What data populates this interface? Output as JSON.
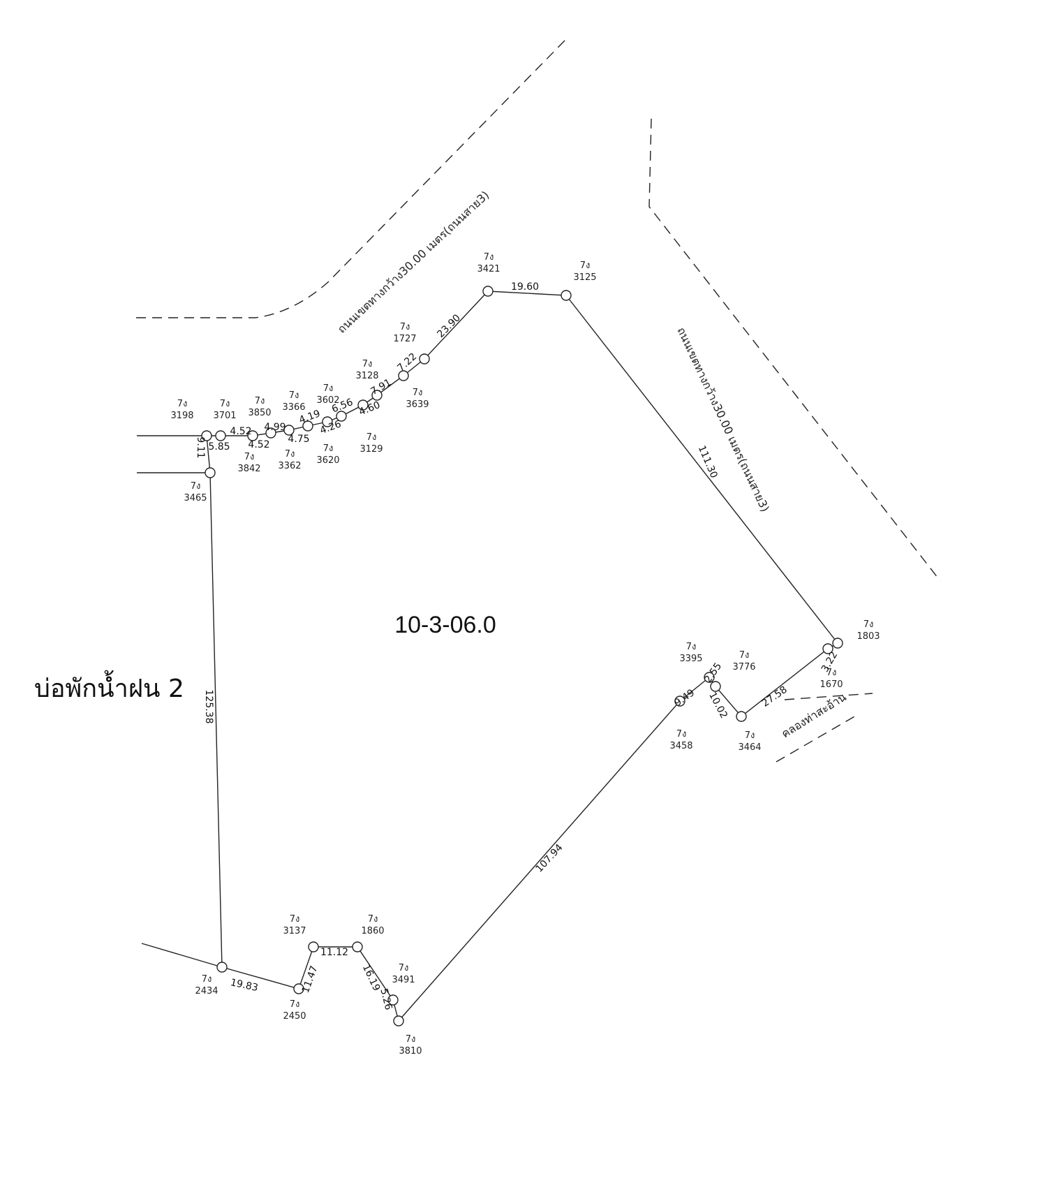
{
  "area_label": "10-3-06.0",
  "pond_label": "บ่อพักน้ำฝน 2",
  "roads": {
    "north": "ถนนเขตทางกว้าง30.00 เมตร(ถนนสาย3)",
    "east": "ถนนเขตทางกว้าง30.00 เมตร(ถนนสาย3)",
    "canal": "คลองท่าสะอ้าน"
  },
  "markers": [
    {
      "id": "3198",
      "prefix": "7ง",
      "number": "3198"
    },
    {
      "id": "3701",
      "prefix": "7ง",
      "number": "3701"
    },
    {
      "id": "3842",
      "prefix": "7ง",
      "number": "3842"
    },
    {
      "id": "3850",
      "prefix": "7ง",
      "number": "3850"
    },
    {
      "id": "3362",
      "prefix": "7ง",
      "number": "3362"
    },
    {
      "id": "3366",
      "prefix": "7ง",
      "number": "3366"
    },
    {
      "id": "3620",
      "prefix": "7ง",
      "number": "3620"
    },
    {
      "id": "3602",
      "prefix": "7ง",
      "number": "3602"
    },
    {
      "id": "3129",
      "prefix": "7ง",
      "number": "3129"
    },
    {
      "id": "3128",
      "prefix": "7ง",
      "number": "3128"
    },
    {
      "id": "3639",
      "prefix": "7ง",
      "number": "3639"
    },
    {
      "id": "1727",
      "prefix": "7ง",
      "number": "1727"
    },
    {
      "id": "3421",
      "prefix": "7ง",
      "number": "3421"
    },
    {
      "id": "3125",
      "prefix": "7ง",
      "number": "3125"
    },
    {
      "id": "1803",
      "prefix": "7ง",
      "number": "1803"
    },
    {
      "id": "1670",
      "prefix": "7ง",
      "number": "1670"
    },
    {
      "id": "3464",
      "prefix": "7ง",
      "number": "3464"
    },
    {
      "id": "3776",
      "prefix": "7ง",
      "number": "3776"
    },
    {
      "id": "3395",
      "prefix": "7ง",
      "number": "3395"
    },
    {
      "id": "3458",
      "prefix": "7ง",
      "number": "3458"
    },
    {
      "id": "3810",
      "prefix": "7ง",
      "number": "3810"
    },
    {
      "id": "3491",
      "prefix": "7ง",
      "number": "3491"
    },
    {
      "id": "1860",
      "prefix": "7ง",
      "number": "1860"
    },
    {
      "id": "3137",
      "prefix": "7ง",
      "number": "3137"
    },
    {
      "id": "2450",
      "prefix": "7ง",
      "number": "2450"
    },
    {
      "id": "2434",
      "prefix": "7ง",
      "number": "2434"
    },
    {
      "id": "3465",
      "prefix": "7ง",
      "number": "3465"
    }
  ],
  "distances": [
    "5.85",
    "4.52",
    "4.52",
    "4.99",
    "4.75",
    "4.19",
    "4.26",
    "6.56",
    "4.60",
    "7.91",
    "7.22",
    "23.90",
    "19.60",
    "111.30",
    "3.22",
    "27.58",
    "10.02",
    "2.55",
    "9.49",
    "107.94",
    "5.26",
    "16.19",
    "11.12",
    "11.47",
    "19.83",
    "125.38",
    "9.11"
  ]
}
